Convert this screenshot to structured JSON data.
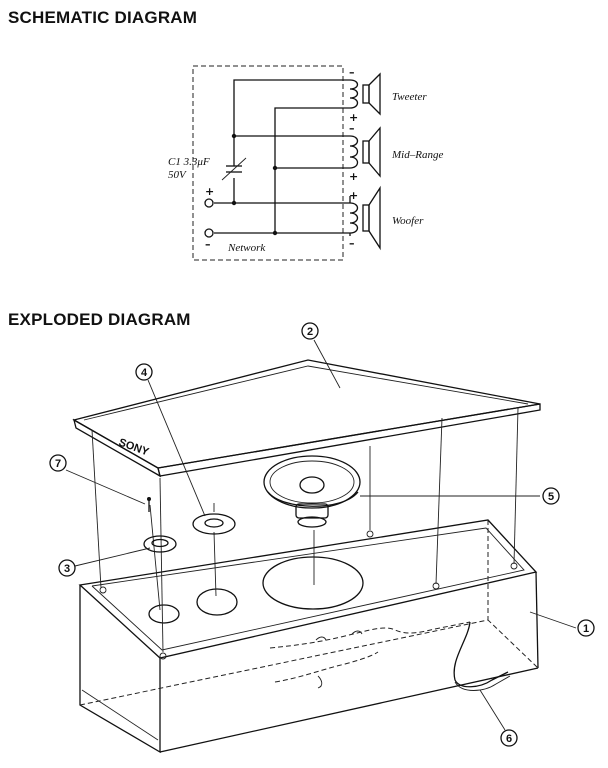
{
  "headings": {
    "schematic": "SCHEMATIC DIAGRAM",
    "exploded": "EXPLODED DIAGRAM"
  },
  "schematic": {
    "speakers": [
      "Tweeter",
      "Mid–Range",
      "Woofer"
    ],
    "capacitor_label": "C1  3.3μF",
    "capacitor_voltage": "50V",
    "network_label": "Network",
    "plus": "+",
    "minus": "–"
  },
  "exploded": {
    "brand_mark": "SONY",
    "callouts": [
      "1",
      "2",
      "3",
      "4",
      "5",
      "6",
      "7"
    ]
  }
}
